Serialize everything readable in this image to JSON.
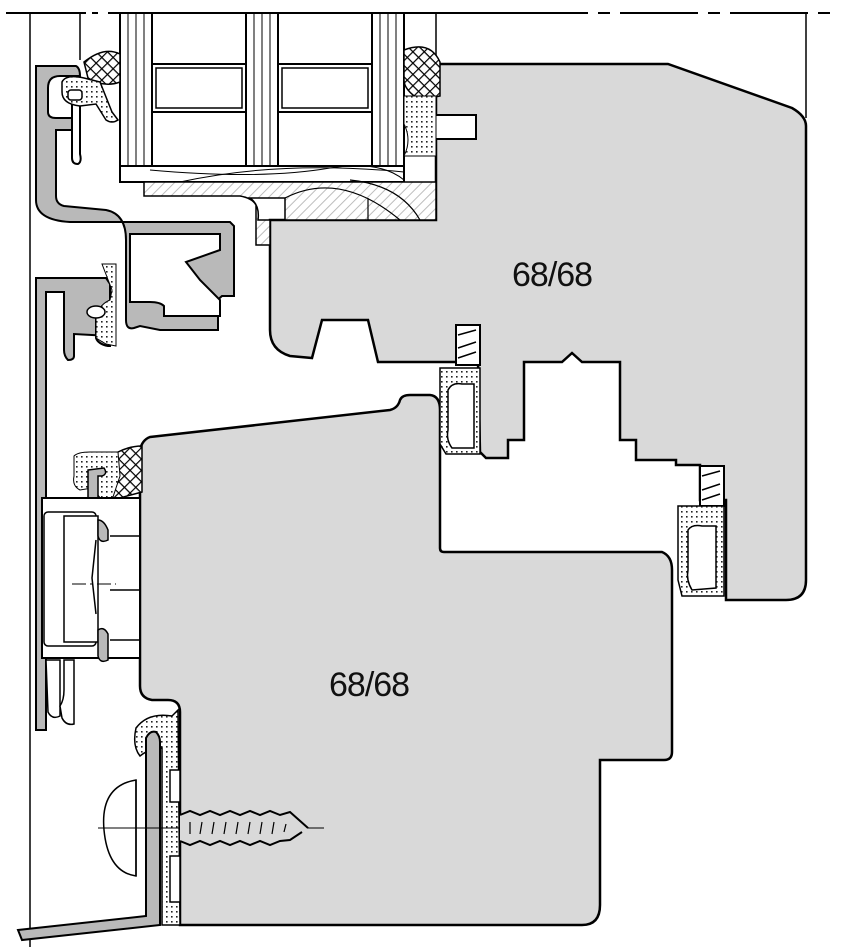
{
  "diagram": {
    "type": "window-frame-cross-section",
    "colors": {
      "wood_fill": "#d9d9d9",
      "aluminium_fill": "#b9b9b9",
      "line": "#000000",
      "background": "#ffffff"
    },
    "labels": {
      "upper_profile": "68/68",
      "lower_profile": "68/68"
    },
    "components": [
      "top-boundary-dashed-line",
      "glazing-unit",
      "upper-wood-sash-profile",
      "lower-wood-frame-profile",
      "aluminium-cladding-profile",
      "glazing-bead-hatched",
      "hinge-fitting",
      "weather-seals",
      "screw-fixing",
      "sill-flashing"
    ]
  }
}
